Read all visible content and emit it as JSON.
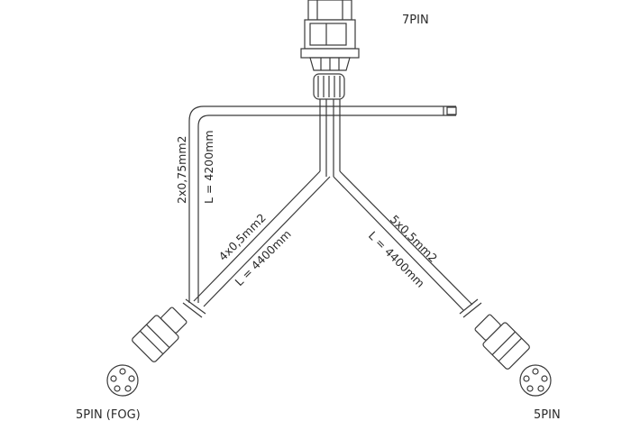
{
  "connectors": {
    "top": "7PIN",
    "left_bottom": "5PIN (FOG)",
    "right_bottom": "5PIN"
  },
  "cables": {
    "side_spec": "2x0,75mm2",
    "side_length": "L = 4200mm",
    "left_spec": "4x0,5mm2",
    "left_length": "L = 4400mm",
    "right_spec": "5x0,5mm2",
    "right_length": "L = 4400mm"
  }
}
